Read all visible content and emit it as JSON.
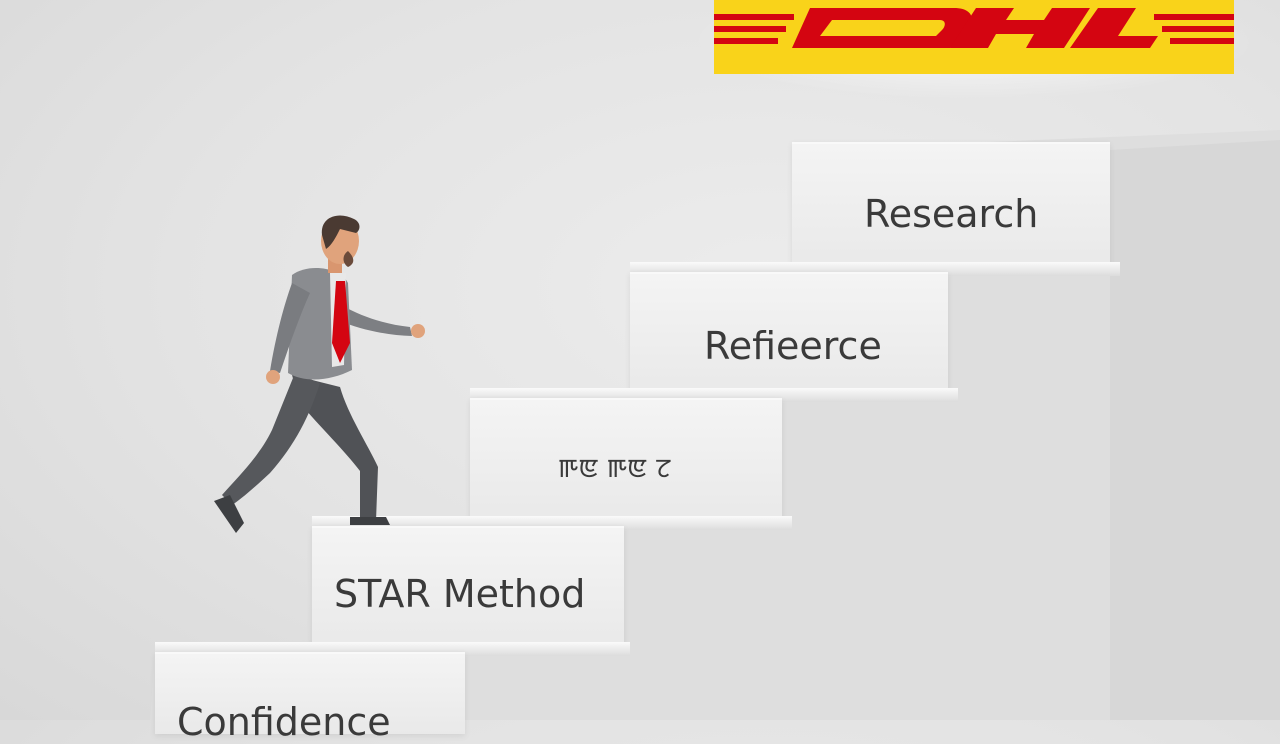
{
  "brand": {
    "logo_text": "DHL",
    "colors": {
      "yellow": "#f9d31a",
      "red": "#d40511"
    }
  },
  "steps": [
    {
      "label": "Confidence"
    },
    {
      "label": "STAR Method"
    },
    {
      "label": "ꯒꯟ ꯒꯟ ꯖ"
    },
    {
      "label": "Refieerce"
    },
    {
      "label": "Research"
    }
  ],
  "figure": {
    "icon": "walking-businessman-icon"
  }
}
